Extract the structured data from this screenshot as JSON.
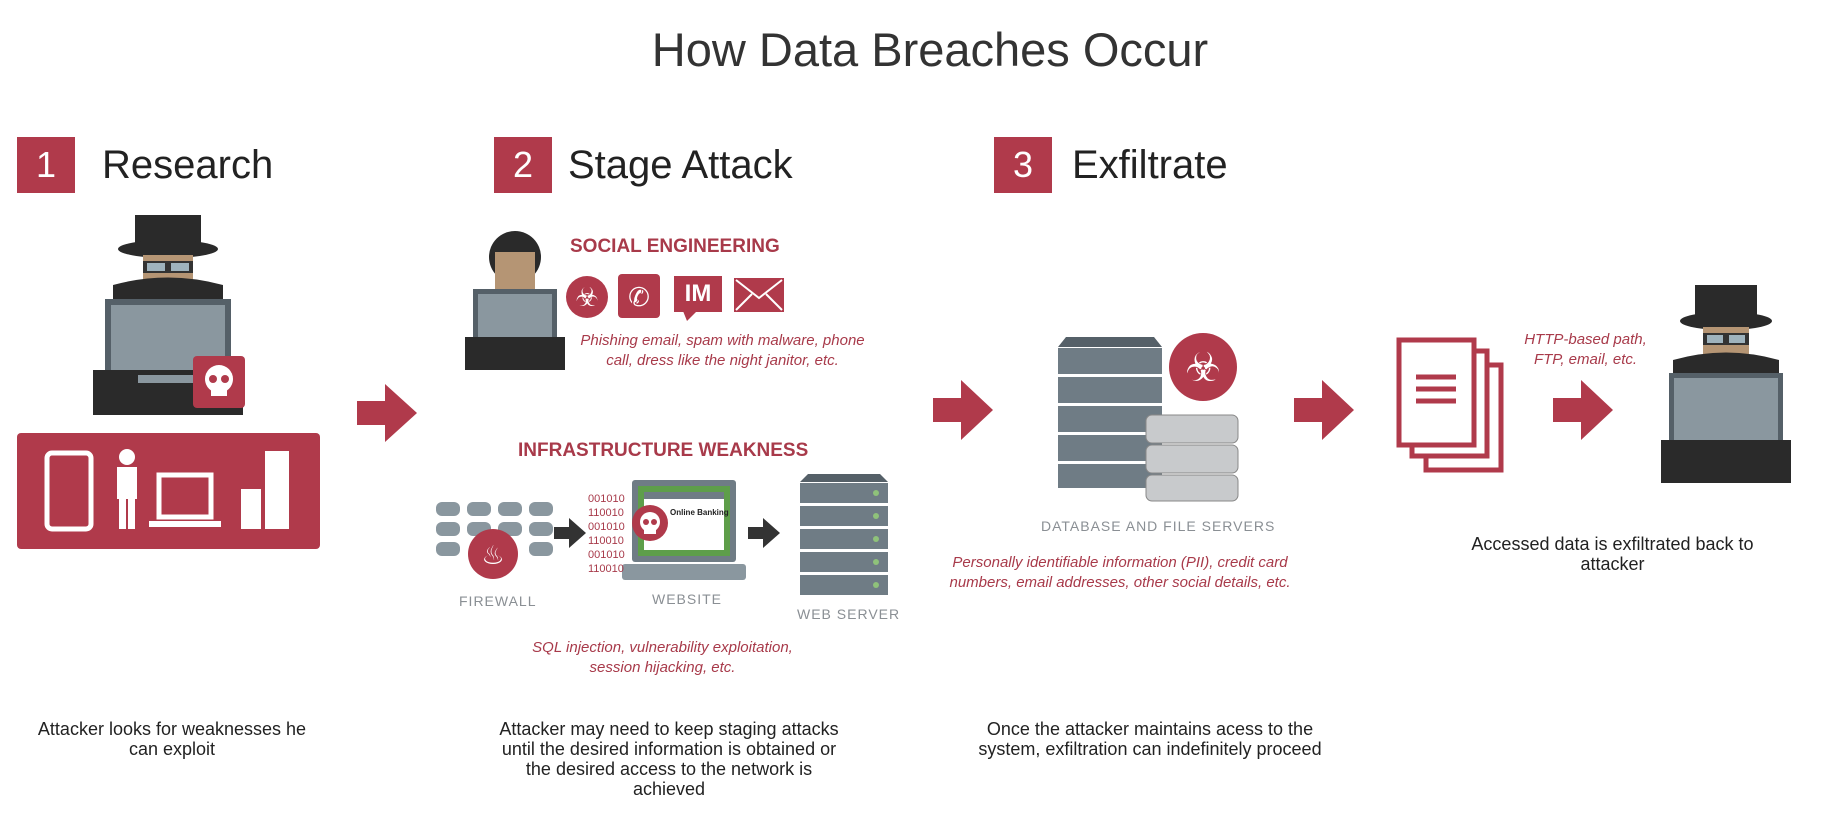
{
  "title": "How Data Breaches Occur",
  "steps": [
    {
      "number": "1",
      "label": "Research",
      "description": "Attacker looks for weaknesses he can exploit"
    },
    {
      "number": "2",
      "label": "Stage Attack",
      "description": "Attacker may need to keep staging attacks until the desired information is obtained or the desired access to the network is achieved"
    },
    {
      "number": "3",
      "label": "Exfiltrate",
      "description": "Once the attacker maintains acess to the system, exfiltration can indefinitely proceed"
    }
  ],
  "social_engineering": {
    "heading": "SOCIAL ENGINEERING",
    "im_label": "IM",
    "caption": "Phishing email, spam with malware, phone call, dress like the night janitor, etc."
  },
  "infrastructure": {
    "heading": "INFRASTRUCTURE WEAKNESS",
    "firewall_label": "FIREWALL",
    "website_label": "WEBSITE",
    "webserver_label": "WEB SERVER",
    "binary": [
      "001010",
      "110010",
      "001010",
      "110010",
      "001010",
      "110010"
    ],
    "browser_text": "Online Banking",
    "caption": "SQL injection, vulnerability exploitation, session hijacking, etc."
  },
  "exfiltrate": {
    "db_label": "DATABASE AND FILE SERVERS",
    "db_caption": "Personally identifiable information (PII), credit card  numbers, email addresses, other social details, etc.",
    "path_caption": "HTTP-based path, FTP, email, etc.",
    "result": "Accessed data is exfiltrated back to attacker"
  },
  "colors": {
    "accent": "#b03a4b",
    "dark": "#222222",
    "gray": "#6f7c85"
  }
}
